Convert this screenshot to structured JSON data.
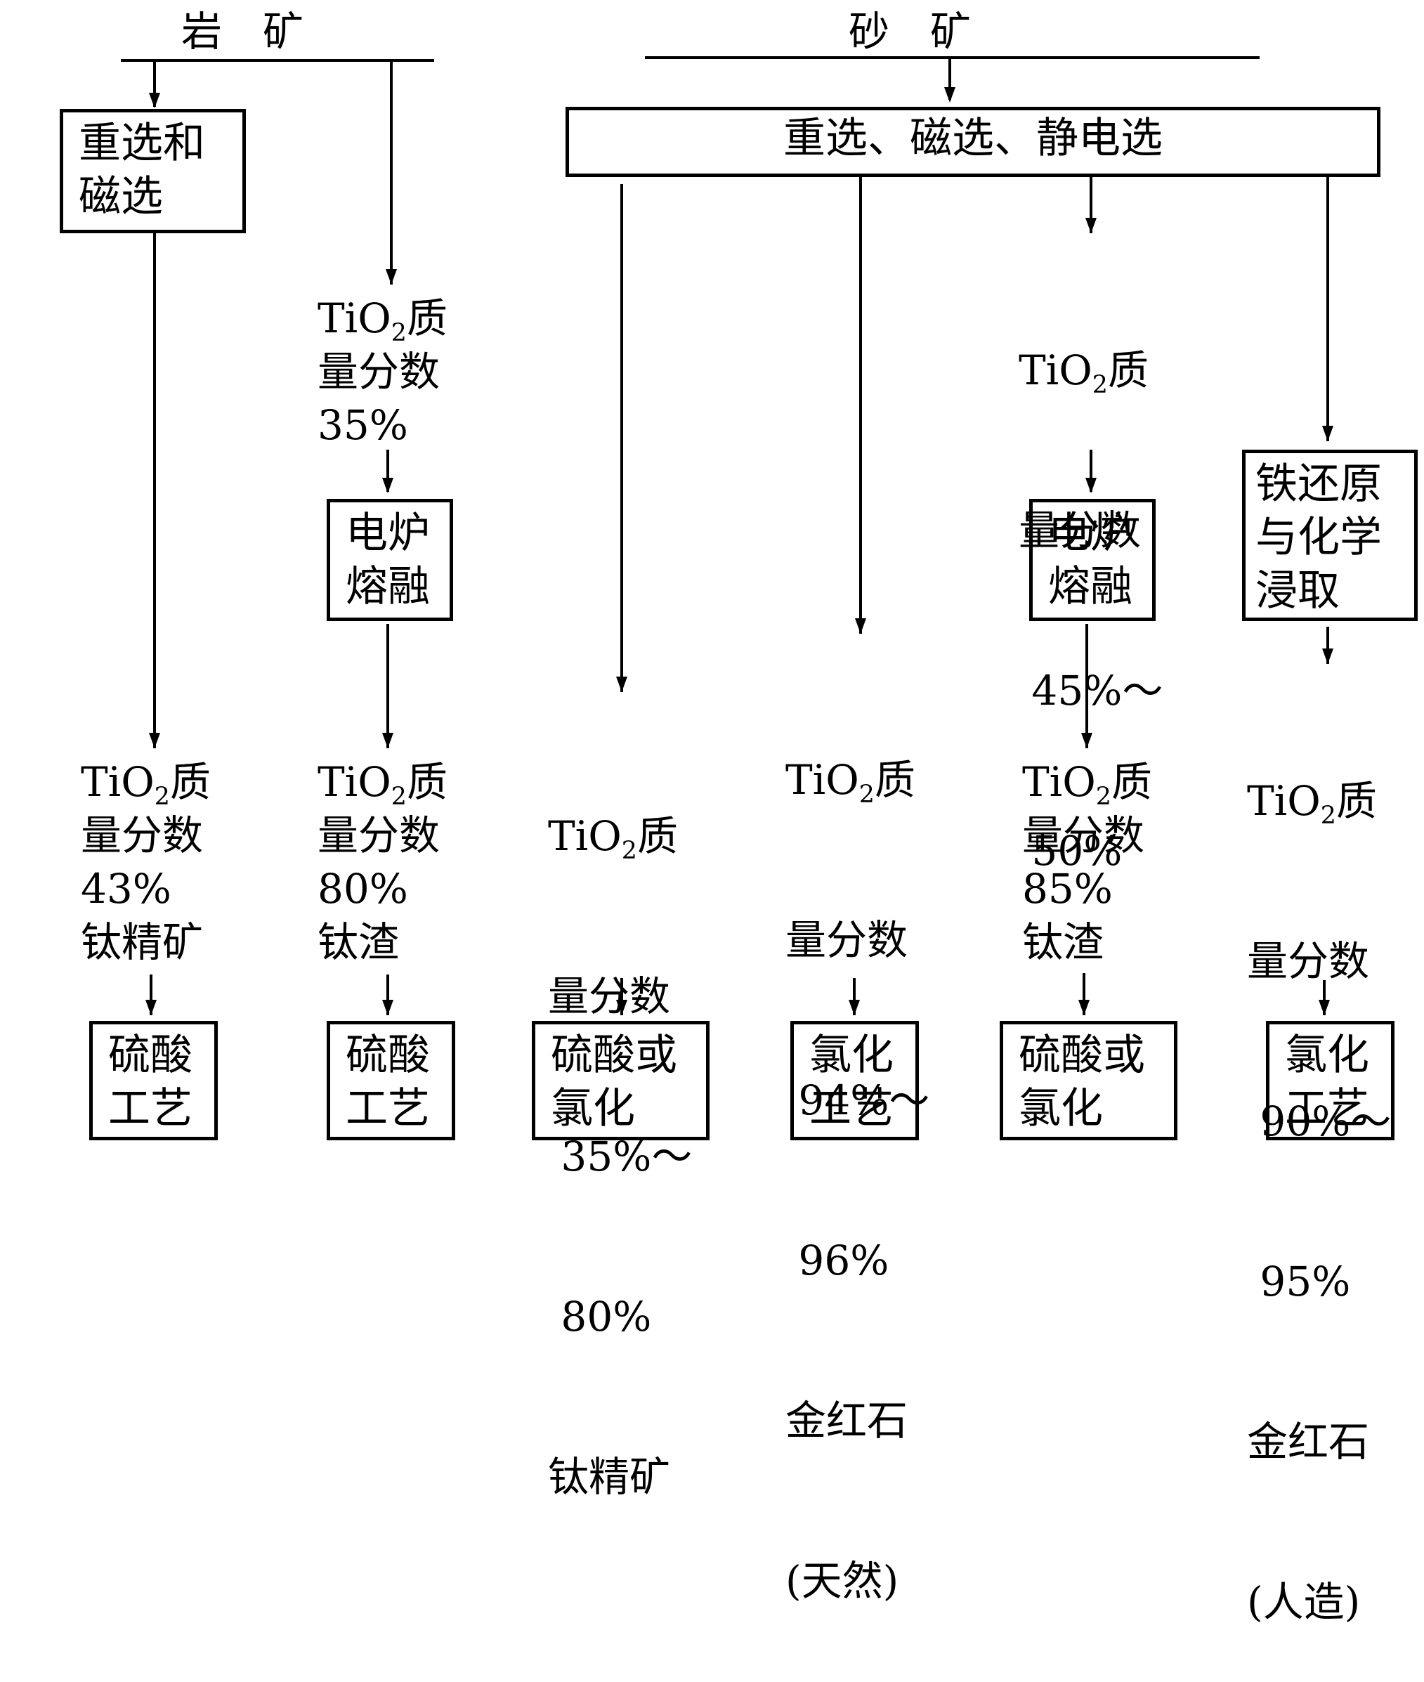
{
  "headers": {
    "rock_ore": "岩　矿",
    "sand_ore": "砂　矿"
  },
  "boxes": {
    "rock_sep": [
      "重选和",
      "磁选"
    ],
    "sand_sep": "重选、磁选、静电选",
    "furnace_rock": [
      "电炉",
      "熔融"
    ],
    "furnace_sand": [
      "电炉",
      "熔融"
    ],
    "iron_reduce": [
      "铁还原",
      "与化学",
      "浸取"
    ],
    "out1": [
      "硫酸",
      "工艺"
    ],
    "out2": [
      "硫酸",
      "工艺"
    ],
    "out3": [
      "硫酸或",
      "氯化"
    ],
    "out4": [
      "氯化",
      "工艺"
    ],
    "out5": [
      "硫酸或",
      "氯化"
    ],
    "out6": [
      "氯化",
      "工艺"
    ]
  },
  "labels": {
    "l_rock_mid": {
      "ti": "TiO",
      "sub": "2",
      "zhi": "质",
      "lines": [
        "量分数",
        "35%"
      ]
    },
    "l_rock1": {
      "ti": "TiO",
      "sub": "2",
      "zhi": "质",
      "lines": [
        "量分数",
        "43%",
        "钛精矿"
      ]
    },
    "l_rock2": {
      "ti": "TiO",
      "sub": "2",
      "zhi": "质",
      "lines": [
        "量分数",
        "80%",
        "钛渣"
      ]
    },
    "l_sand1": {
      "ti": "TiO",
      "sub": "2",
      "zhi": "质",
      "lines": [
        "量分数",
        " 35%～",
        " 80%",
        "钛精矿"
      ]
    },
    "l_sand2": {
      "ti": "TiO",
      "sub": "2",
      "zhi": "质",
      "lines": [
        "量分数",
        " 94%～",
        " 96%",
        "金红石",
        "(天然)"
      ]
    },
    "l_sand3_mid": {
      "ti": "TiO",
      "sub": "2",
      "zhi": "质",
      "lines": [
        "量分数",
        " 45%～",
        " 50%"
      ]
    },
    "l_sand3": {
      "ti": "TiO",
      "sub": "2",
      "zhi": "质",
      "lines": [
        "量分数",
        "85%",
        "钛渣"
      ]
    },
    "l_sand4": {
      "ti": "TiO",
      "sub": "2",
      "zhi": "质",
      "lines": [
        "量分数",
        " 90%～",
        " 95%",
        "金红石",
        "(人造)"
      ]
    }
  }
}
